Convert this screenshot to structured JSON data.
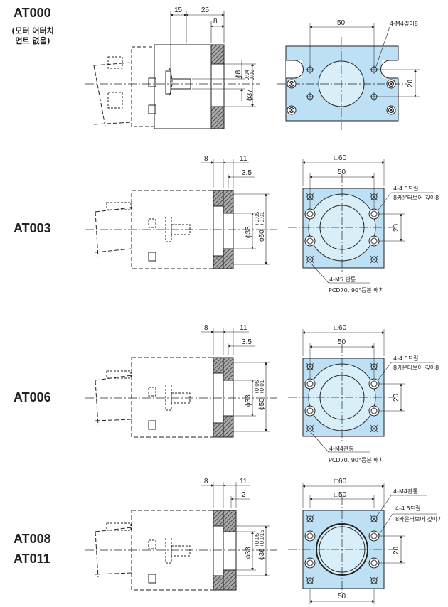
{
  "models": [
    {
      "name": "AT000",
      "note_line1": "(모터 어터치",
      "note_line2": "먼트 없음)"
    },
    {
      "name": "AT003"
    },
    {
      "name": "AT006"
    },
    {
      "name": "AT008",
      "name2": "AT011"
    }
  ],
  "accent_color": "#bde0f5",
  "d1": {
    "dim_15": "15",
    "dim_25": "25",
    "dim_8": "8",
    "phi8": "ϕ8",
    "phi37": "ϕ37",
    "tol_hi": "+0.04",
    "tol_lo": "+0.02",
    "dim_50": "50",
    "dim_20": "20",
    "tap": "4-M4깊이8"
  },
  "d2": {
    "dim_8": "8",
    "dim_11": "11",
    "dim_3_5": "3.5",
    "phi33": "ϕ33",
    "phi50": "ϕ50",
    "tol_hi": "+0.05",
    "tol_lo": "+0.01",
    "sq60": "□60",
    "dim_50": "50",
    "dim_20": "20",
    "drill": "4-4.5드릴",
    "counterbore": "8카운터보어 깊이8",
    "tap": "4-M5 관통",
    "pcd": "PCD70, 90°등분 배치"
  },
  "d3": {
    "dim_8": "8",
    "dim_11": "11",
    "dim_3_5": "3.5",
    "phi33": "ϕ33",
    "phi50": "ϕ50",
    "tol_hi": "+0.05",
    "tol_lo": "+0.01",
    "sq60": "□60",
    "dim_50": "50",
    "dim_20": "20",
    "drill": "4-4.5드릴",
    "counterbore": "8카운터보어 깊이8",
    "tap": "4-M4관통",
    "pcd": "PCD70, 90°등분 배치"
  },
  "d4": {
    "dim_8": "8",
    "dim_11": "11",
    "dim_2": "2",
    "phi33": "ϕ33",
    "phi36": "ϕ36",
    "tol_hi": "+0.05",
    "tol_lo": "+0.015",
    "sq60": "□60",
    "sq50": "□50",
    "dim_50": "50",
    "dim_20": "20",
    "tap": "4-M4관통",
    "drill": "4-4.5드릴",
    "counterbore": "8카운터보어 깊이7"
  }
}
